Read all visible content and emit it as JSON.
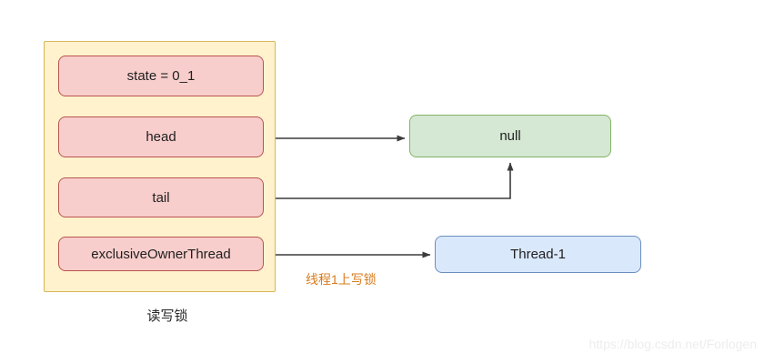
{
  "diagram": {
    "title_caption": "读写锁",
    "background_color": "#ffffff",
    "container": {
      "name": "read-write-lock",
      "caption": "读写锁",
      "fill": "#fff2cc",
      "stroke": "#d6b656",
      "fields": [
        {
          "id": "state",
          "label": "state = 0_1"
        },
        {
          "id": "head",
          "label": "head"
        },
        {
          "id": "tail",
          "label": "tail"
        },
        {
          "id": "exclusive_owner_thread",
          "label": "exclusiveOwnerThread"
        }
      ],
      "field_fill": "#f8cecc",
      "field_stroke": "#b85450"
    },
    "nodes": [
      {
        "id": "null-node",
        "label": "null",
        "fill": "#d5e8d4",
        "stroke": "#82b366"
      },
      {
        "id": "thread-node",
        "label": "Thread-1",
        "fill": "#dae8fc",
        "stroke": "#6c8ebf"
      }
    ],
    "edges": [
      {
        "id": "head-to-null",
        "from": "head",
        "to": "null",
        "label": ""
      },
      {
        "id": "tail-to-null",
        "from": "tail",
        "to": "null",
        "label": ""
      },
      {
        "id": "owner-to-thread",
        "from": "exclusiveOwnerThread",
        "to": "Thread-1",
        "label": "线程1上写锁",
        "label_color": "#d87c1e"
      }
    ],
    "edge_color": "#3b3b3b",
    "watermark": "https://blog.csdn.net/Forlogen"
  }
}
